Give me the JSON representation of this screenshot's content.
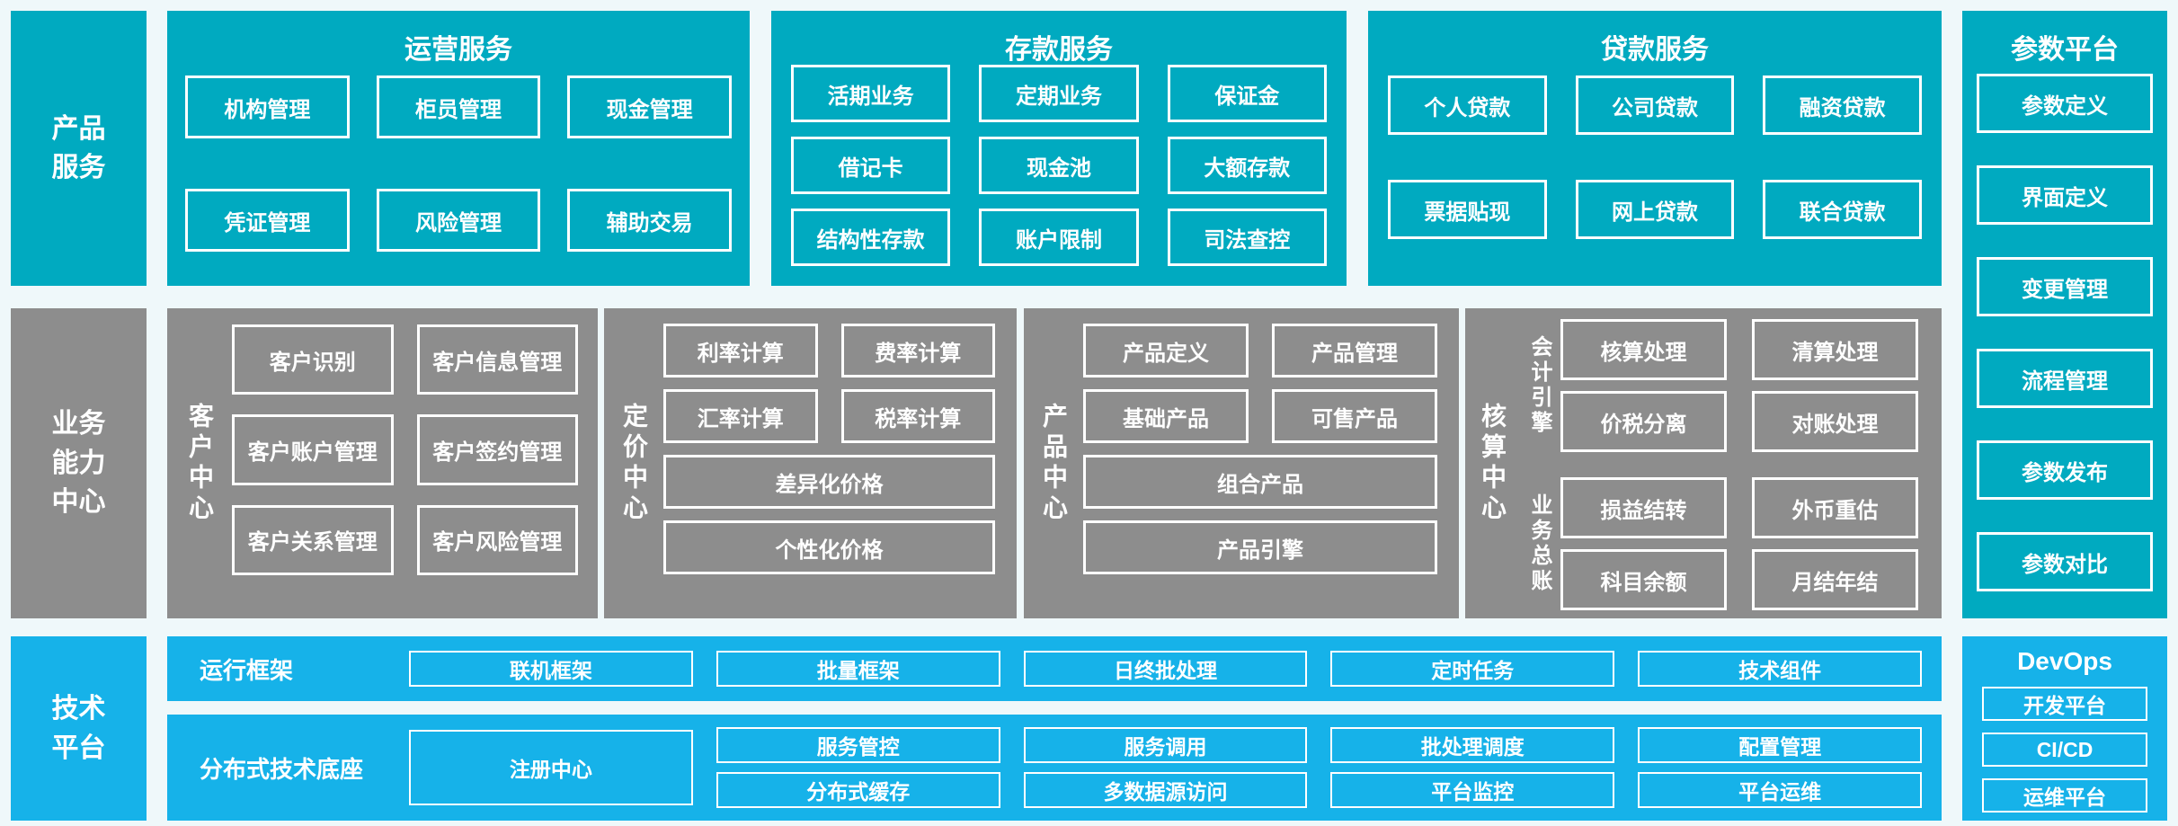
{
  "palette": {
    "teal": "#00aac0",
    "gray": "#8d8d8d",
    "blue": "#16b2e9",
    "box_border": "#ffffff",
    "text": "#ffffff",
    "background": "#eff8fa"
  },
  "left_labels": {
    "product": "产品服务",
    "business": "业务能力中心",
    "tech": "技术平台"
  },
  "operations": {
    "title": "运营服务",
    "items": [
      "机构管理",
      "柜员管理",
      "现金管理",
      "凭证管理",
      "风险管理",
      "辅助交易"
    ]
  },
  "deposit": {
    "title": "存款服务",
    "items": [
      "活期业务",
      "定期业务",
      "保证金",
      "借记卡",
      "现金池",
      "大额存款",
      "结构性存款",
      "账户限制",
      "司法查控"
    ]
  },
  "loan": {
    "title": "贷款服务",
    "items": [
      "个人贷款",
      "公司贷款",
      "融资贷款",
      "票据贴现",
      "网上贷款",
      "联合贷款"
    ]
  },
  "param_platform": {
    "title": "参数平台",
    "items": [
      "参数定义",
      "界面定义",
      "变更管理",
      "流程管理",
      "参数发布",
      "参数对比"
    ]
  },
  "customer_center": {
    "label": "客户中心",
    "items": [
      "客户识别",
      "客户信息管理",
      "客户账户管理",
      "客户签约管理",
      "客户关系管理",
      "客户风险管理"
    ]
  },
  "pricing_center": {
    "label": "定价中心",
    "pair_items": [
      "利率计算",
      "费率计算",
      "汇率计算",
      "税率计算"
    ],
    "full_items": [
      "差异化价格",
      "个性化价格"
    ]
  },
  "product_center": {
    "label": "产品中心",
    "pair_items": [
      "产品定义",
      "产品管理",
      "基础产品",
      "可售产品"
    ],
    "full_items": [
      "组合产品",
      "产品引擎"
    ]
  },
  "accounting_center": {
    "label": "核算中心",
    "groups": [
      {
        "sublabel": "会计引擎",
        "items": [
          "核算处理",
          "清算处理",
          "价税分离",
          "对账处理"
        ]
      },
      {
        "sublabel": "业务总账",
        "items": [
          "损益结转",
          "外币重估",
          "科目余额",
          "月结年结"
        ]
      }
    ]
  },
  "runtime_framework": {
    "label": "运行框架",
    "items": [
      "联机框架",
      "批量框架",
      "日终批处理",
      "定时任务",
      "技术组件"
    ]
  },
  "distributed_base": {
    "label": "分布式技术底座",
    "registry": "注册中心",
    "columns": [
      [
        "服务管控",
        "分布式缓存"
      ],
      [
        "服务调用",
        "多数据源访问"
      ],
      [
        "批处理调度",
        "平台监控"
      ],
      [
        "配置管理",
        "平台运维"
      ]
    ]
  },
  "devops": {
    "title": "DevOps",
    "items": [
      "开发平台",
      "CI/CD",
      "运维平台"
    ]
  }
}
